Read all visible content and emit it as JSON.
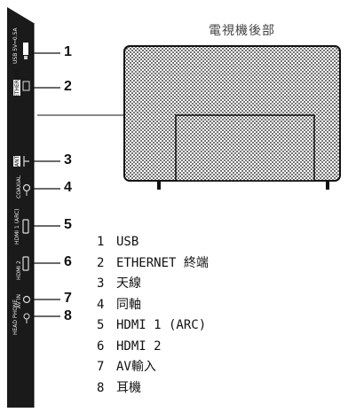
{
  "tv_back_label": "電視機後部",
  "callouts": [
    "1",
    "2",
    "3",
    "4",
    "5",
    "6",
    "7",
    "8"
  ],
  "legend": [
    {
      "num": "1",
      "text": "USB"
    },
    {
      "num": "2",
      "text": "ETHERNET 終端"
    },
    {
      "num": "3",
      "text": "天線"
    },
    {
      "num": "4",
      "text": "同軸"
    },
    {
      "num": "5",
      "text": "HDMI 1 (ARC)"
    },
    {
      "num": "6",
      "text": "HDMI 2"
    },
    {
      "num": "7",
      "text": "AV輸入"
    },
    {
      "num": "8",
      "text": "耳機"
    }
  ],
  "port_labels": {
    "usb": "USB 5V⎓0.5A",
    "ethernet": "ETHERNET",
    "ant": "ANT",
    "coaxial": "COAXIAL",
    "hdmi1": "HDMI 1 (ARC)",
    "hdmi2": "HDMI 2",
    "avin": "AV IN",
    "headphone": "HEAD PHONE"
  }
}
